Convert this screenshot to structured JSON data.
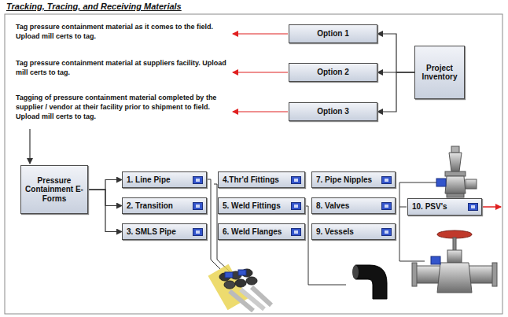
{
  "diagram": {
    "title": "Tracking, Tracing, and Receiving Materials",
    "nodes": [
      {
        "text": [
          "Option 1"
        ]
      },
      {
        "text": [
          "Option 2"
        ]
      },
      {
        "text": [
          "Option 3"
        ]
      },
      {
        "text": [
          "Project Inventory"
        ]
      },
      {
        "text": [
          "Pressure Containment E-Forms"
        ]
      },
      {
        "text": [
          "1. Line Pipe"
        ]
      },
      {
        "text": [
          "2. Transition"
        ]
      },
      {
        "text": [
          "3. SMLS Pipe"
        ]
      },
      {
        "text": [
          "4.Thr'd Fittings"
        ]
      },
      {
        "text": [
          "5. Weld Fittings"
        ]
      },
      {
        "text": [
          "6. Weld Flanges"
        ]
      },
      {
        "text": [
          "7. Pipe Nipples"
        ]
      },
      {
        "text": [
          "8. Valves"
        ]
      },
      {
        "text": [
          "9. Vessels"
        ]
      },
      {
        "text": [
          "10. PSV's"
        ]
      }
    ],
    "edges": [
      {
        "from": 3,
        "to": 0,
        "arrow": "to"
      },
      {
        "from": 3,
        "to": 1,
        "arrow": "to"
      },
      {
        "from": 3,
        "to": 2,
        "arrow": "to"
      },
      {
        "from": 4,
        "to": 5,
        "arrow": "to"
      },
      {
        "from": 4,
        "to": 6,
        "arrow": "to"
      },
      {
        "from": 4,
        "to": 7,
        "arrow": "to"
      }
    ],
    "labels": [
      "Tag pressure containment material as it comes to the field. Upload mill certs to tag.",
      "Tag pressure containment material at suppliers facility. Upload mill certs to tag.",
      "Tagging of pressure containment material completed by the supplier / vendor at their facility prior to shipment to field. Upload mill certs to tag."
    ]
  }
}
